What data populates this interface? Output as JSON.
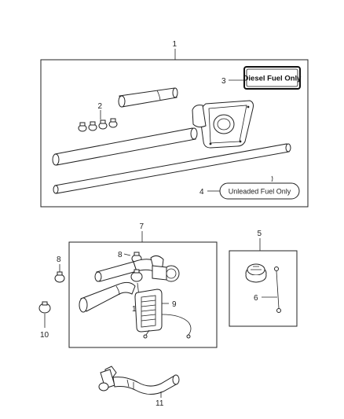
{
  "callouts": {
    "c1": "1",
    "c2": "2",
    "c3": "3",
    "c4": "4",
    "c5": "5",
    "c6": "6",
    "c7": "7",
    "c8a": "8",
    "c8b": "8",
    "c9": "9",
    "c10a": "10",
    "c10b": "10",
    "c11": "11"
  },
  "labels": {
    "diesel": "Diesel Fuel Only",
    "unleaded": "Unleaded Fuel Only"
  }
}
